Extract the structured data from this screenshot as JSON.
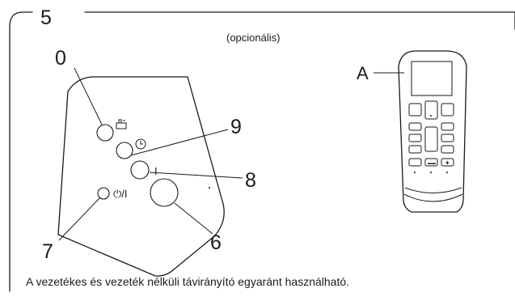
{
  "section_number": "5",
  "optional_note": "(opcionális)",
  "remote_label": "A",
  "callouts": {
    "c0": "0",
    "c9": "9",
    "c8": "8",
    "c7": "7",
    "c6": "6"
  },
  "button_symbols": {
    "on_off": "⏻/I",
    "on_mark": "I"
  },
  "remote_mini_labels": {
    "left": "▬▬",
    "right": "✦"
  },
  "caption": "A vezetékes és vezeték nélküli távirányító egyaránt használható.",
  "icons": {
    "c0_icon": "thermometer-sensor-icon",
    "c9_icon": "timer-clock-icon",
    "c7_icon": "power-icon"
  }
}
